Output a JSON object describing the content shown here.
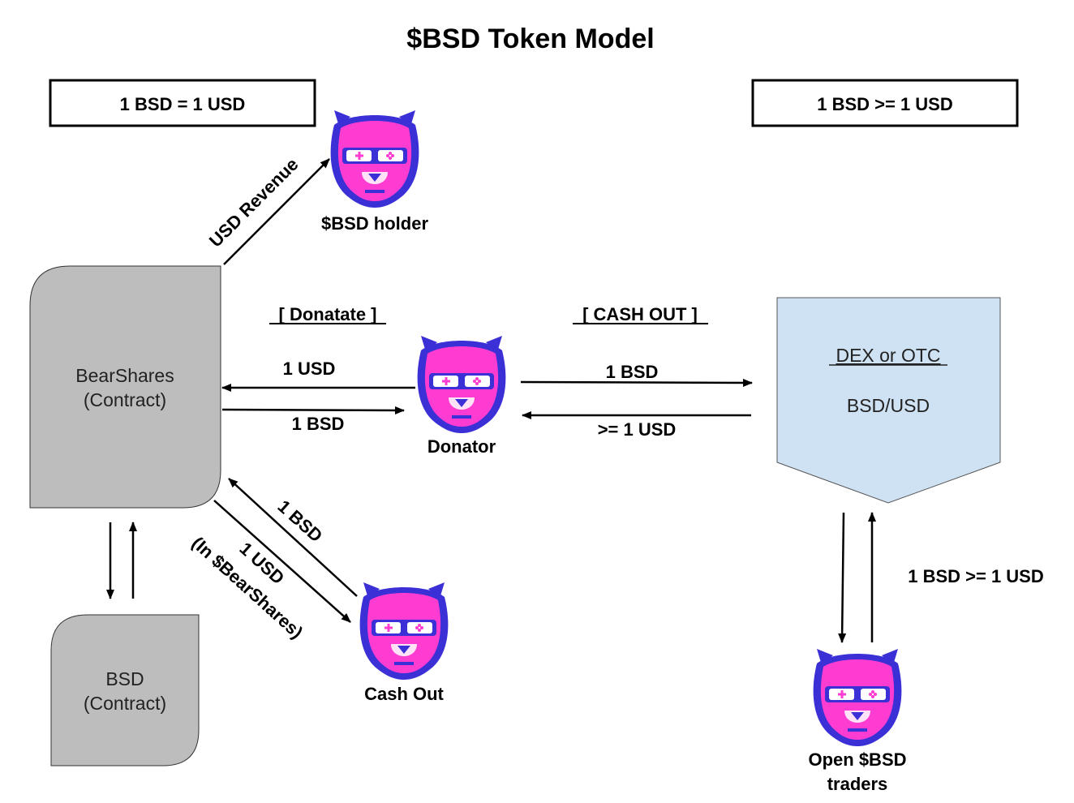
{
  "title": "$BSD Token Model",
  "left_box": "1 BSD = 1 USD",
  "right_box": "1 BSD >= 1 USD",
  "bearshares": {
    "line1": "BearShares",
    "line2": "(Contract)"
  },
  "bsd_contract": {
    "line1": "BSD",
    "line2": "(Contract)"
  },
  "dex": {
    "line1": "DEX or OTC",
    "line2": "BSD/USD"
  },
  "donate_header": "[ Donatate ]",
  "cashout_header": "[ CASH OUT ]",
  "usd_revenue": "USD Revenue",
  "holder_label": "$BSD holder",
  "donator_label": "Donator",
  "cashout_label": "Cash Out",
  "traders_label": {
    "line1": "Open $BSD",
    "line2": "traders"
  },
  "arrows": {
    "donate_usd": "1 USD",
    "donate_bsd": "1 BSD",
    "cashout_bsd": "1 BSD",
    "cashout_usd": ">= 1 USD",
    "cash_bsd": "1 BSD",
    "cash_usd": "1 USD",
    "cash_usd_note": "(In $BearShares)",
    "traders_rate": "1 BSD >= 1 USD"
  },
  "colors": {
    "contract_fill": "#bdbdbd",
    "dex_fill": "#cfe2f3",
    "bear_pink": "#ff3cd2",
    "bear_blue": "#3b2fd6"
  }
}
